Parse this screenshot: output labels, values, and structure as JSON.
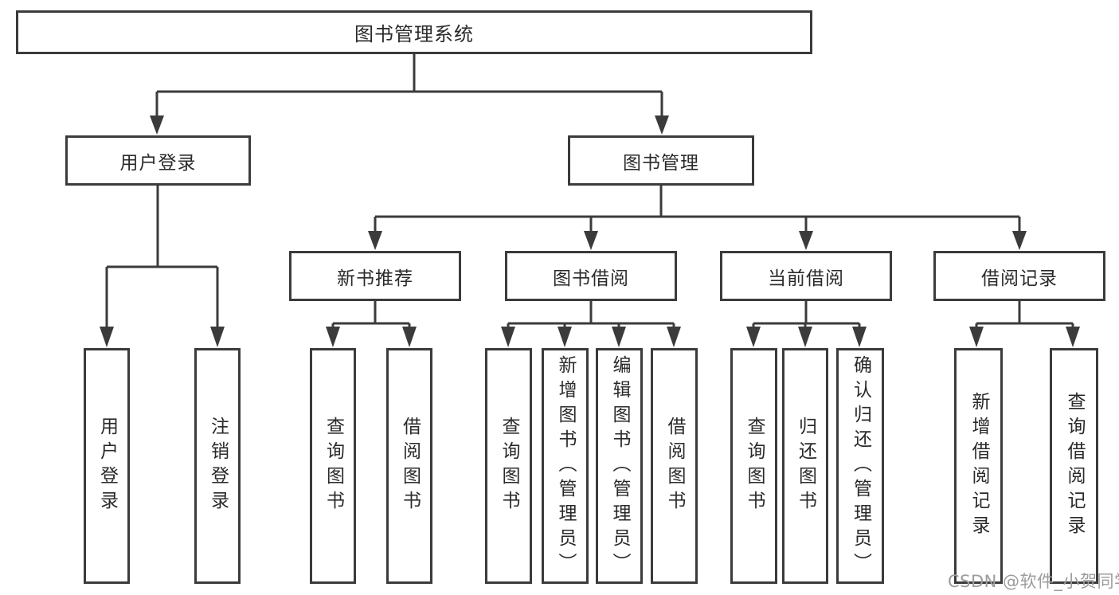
{
  "colors": {
    "stroke": "#3b3b3b",
    "text": "#2a2a2a",
    "watermark": "#9c9c9c",
    "background": "#ffffff"
  },
  "diagram": {
    "type": "tree",
    "root": {
      "label": "图书管理系统"
    },
    "user_login": {
      "label": "用户登录",
      "children": {
        "login": "用户登录",
        "logout": "注销登录"
      }
    },
    "book_mgmt": {
      "label": "图书管理",
      "children": {
        "new_books": {
          "label": "新书推荐",
          "children": {
            "query_book": "查询图书",
            "borrow_book": "借阅图书"
          }
        },
        "book_borrow": {
          "label": "图书借阅",
          "children": {
            "query_book": "查询图书",
            "add_book": "新增图书（管理员）",
            "edit_book": "编辑图书（管理员）",
            "borrow_book": "借阅图书"
          }
        },
        "current_borrow": {
          "label": "当前借阅",
          "children": {
            "query_book": "查询图书",
            "return_book": "归还图书",
            "confirm_return": "确认归还（管理员）"
          }
        },
        "borrow_records": {
          "label": "借阅记录",
          "children": {
            "add_record": "新增借阅记录",
            "query_record": "查询借阅记录"
          }
        }
      }
    }
  },
  "watermark": "CSDN @软件_小贺同学"
}
